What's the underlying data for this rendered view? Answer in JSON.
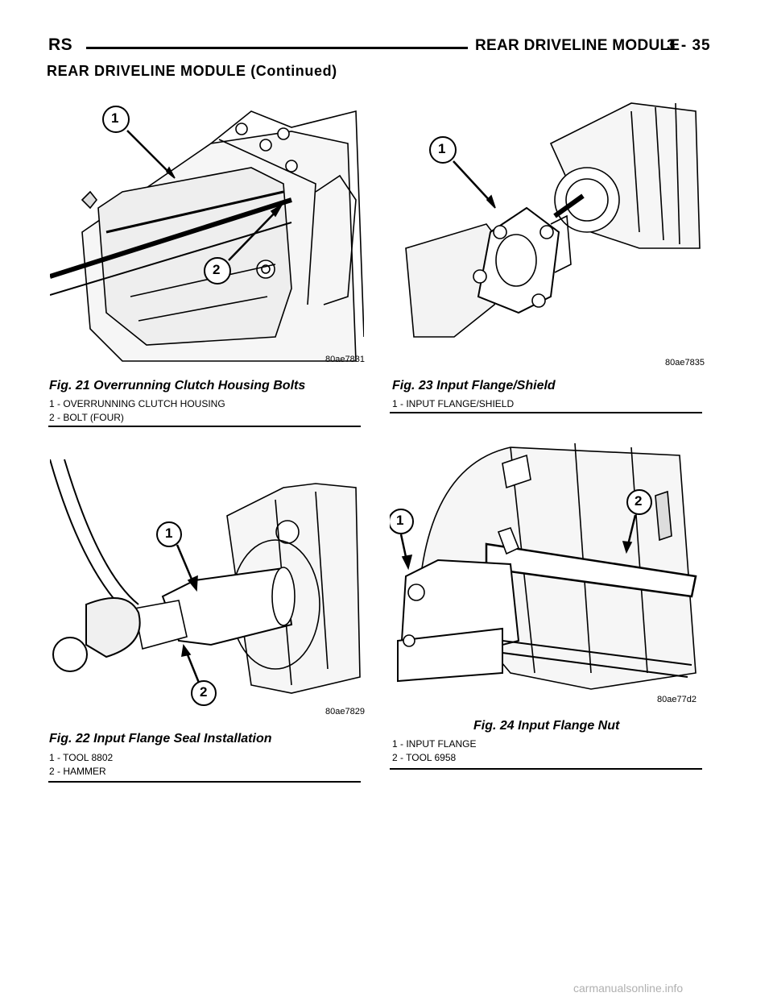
{
  "header": {
    "left": "RS",
    "section": "REAR DRIVELINE MODULE",
    "page": "3 - 35"
  },
  "subtitle": "REAR DRIVELINE MODULE (Continued)",
  "figures": [
    {
      "code": "80ae7831",
      "caption": "Fig. 21 Overrunning Clutch Housing Bolts",
      "callouts": [
        "1",
        "2"
      ],
      "legend": [
        "1 - OVERRUNNING CLUTCH HOUSING",
        "2 - BOLT (FOUR)"
      ]
    },
    {
      "code": "80ae7835",
      "caption": "Fig. 23 Input Flange/Shield",
      "callouts": [
        "1"
      ],
      "legend": [
        "1 - INPUT FLANGE/SHIELD"
      ]
    },
    {
      "code": "80ae7829",
      "caption": "Fig. 22 Input Flange Seal Installation",
      "callouts": [
        "1",
        "2"
      ],
      "legend": [
        "1 - TOOL 8802",
        "2 - HAMMER"
      ]
    },
    {
      "code": "80ae77d2",
      "caption": "Fig. 24 Input Flange Nut",
      "callouts": [
        "1",
        "2"
      ],
      "legend": [
        "1 - INPUT FLANGE",
        "2 - TOOL 6958"
      ]
    }
  ],
  "footer": "carmanualsonline.info"
}
